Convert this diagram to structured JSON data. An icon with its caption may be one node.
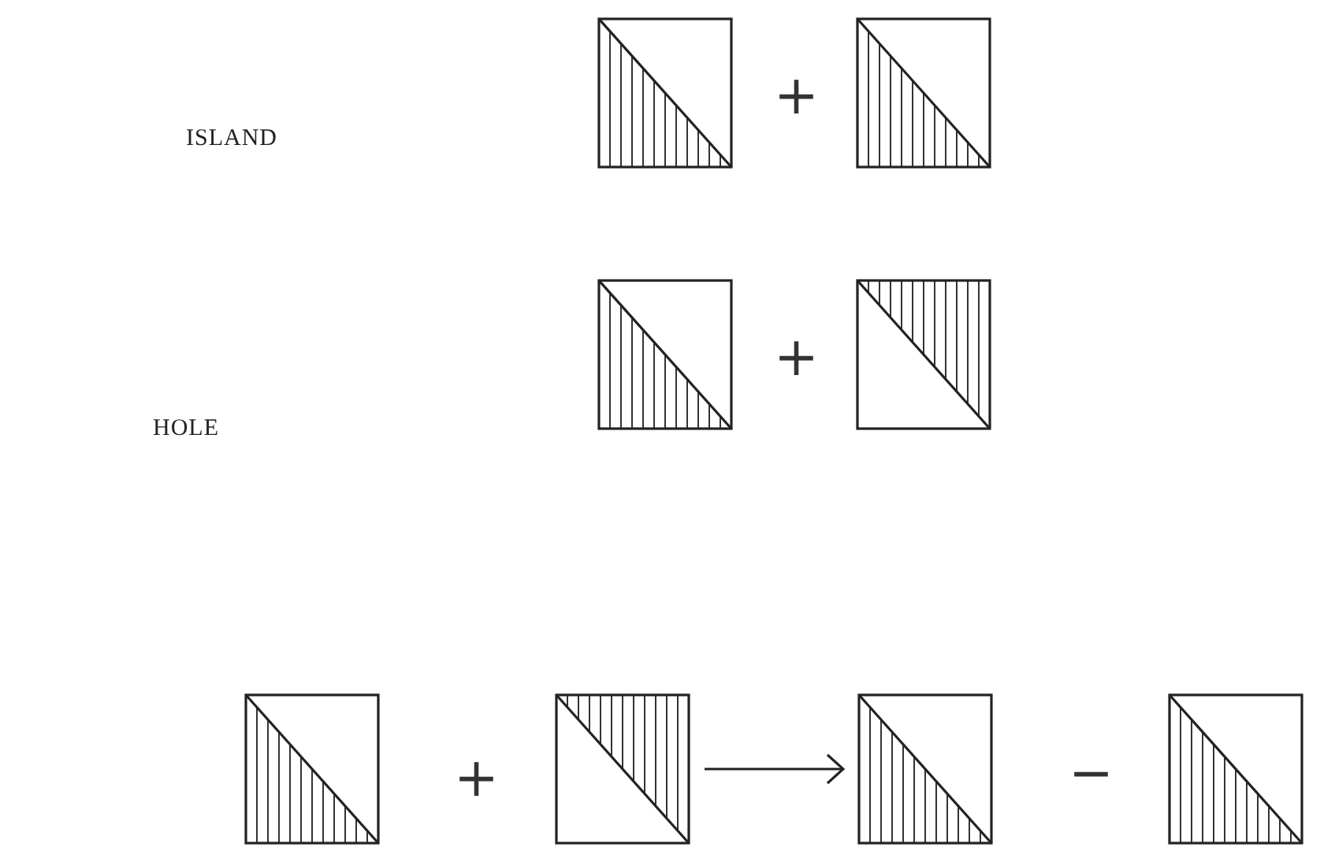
{
  "diagram": {
    "nodes": [
      {
        "text": [],
        "shape": "box"
      },
      {
        "text": [],
        "shape": "box"
      },
      {
        "text": [],
        "shape": "box"
      },
      {
        "text": [],
        "shape": "box"
      },
      {
        "text": [],
        "shape": "box"
      },
      {
        "text": [],
        "shape": "box"
      },
      {
        "text": [],
        "shape": "box"
      },
      {
        "text": [],
        "shape": "box"
      }
    ],
    "edges": [
      {
        "from": 5,
        "to": 6,
        "arrow": "to"
      }
    ],
    "labels": [
      "ISLAND",
      "+",
      "HOLE",
      "+",
      "+",
      "−"
    ]
  }
}
